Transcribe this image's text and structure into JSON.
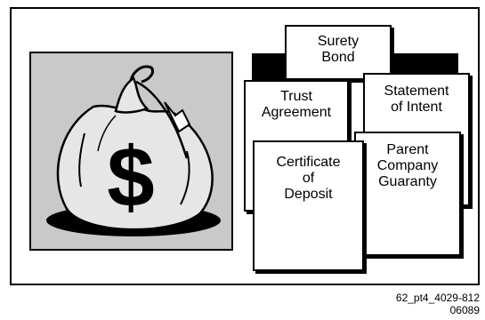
{
  "documents": {
    "surety_bond": "Surety\nBond",
    "trust_agreement": "Trust\nAgreement",
    "statement_of_intent": "Statement\nof Intent",
    "certificate_of_deposit": "Certificate\nof\nDeposit",
    "parent_company_guaranty": "Parent\nCompany\nGuaranty"
  },
  "money_bag": {
    "symbol": "$",
    "icon": "money-bag-icon"
  },
  "caption": {
    "line1": "62_pt4_4029-812",
    "line2": "06089"
  },
  "colors": {
    "bag_fill": "#c9c9c9",
    "background": "#ffffff",
    "ink": "#000000"
  }
}
